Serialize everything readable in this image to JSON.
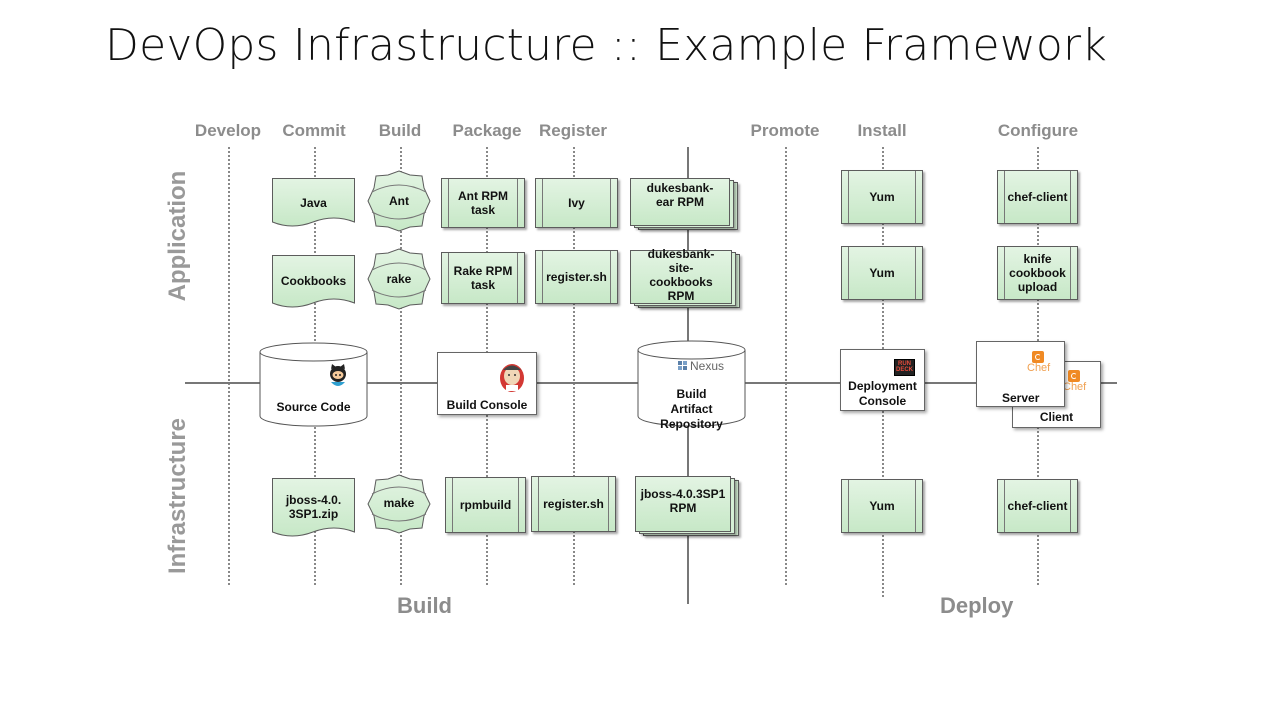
{
  "title": "DevOps Infrastructure :: Example Framework",
  "stages": [
    "Develop",
    "Commit",
    "Build",
    "Package",
    "Register",
    "Promote",
    "Install",
    "Configure"
  ],
  "lanes": {
    "application": "Application",
    "infrastructure": "Infrastructure"
  },
  "phases": {
    "build": "Build",
    "deploy": "Deploy"
  },
  "application_row1": {
    "commit": "Java",
    "build": "Ant",
    "package": "Ant RPM task",
    "register": "Ivy",
    "artifact": "dukesbank-ear RPM",
    "install": "Yum",
    "configure": "chef-client"
  },
  "application_row2": {
    "commit": "Cookbooks",
    "build": "rake",
    "package": "Rake RPM task",
    "register": "register.sh",
    "artifact": "dukesbank-site-cookbooks RPM",
    "install": "Yum",
    "configure": "knife cookbook upload"
  },
  "pipeline": {
    "source_code": "Source Code",
    "build_console": "Build Console",
    "nexus_logo": "Nexus",
    "artifact_repo": "Build Artifact Repository",
    "rundeck_logo": "RUN DECK",
    "deployment_console": "Deployment Console",
    "chef_logo": "Chef",
    "chef_server": "Server",
    "chef_client": "Client"
  },
  "infrastructure_row": {
    "commit": "jboss-4.0.3SP1.zip",
    "build": "make",
    "package": "rpmbuild",
    "register": "register.sh",
    "artifact": "jboss-4.0.3SP1 RPM",
    "install": "Yum",
    "configure": "chef-client"
  },
  "colors": {
    "box_fill_top": "#e3f4e3",
    "box_fill_bottom": "#c7e8c7",
    "label_gray": "#8c8c8c",
    "chef_orange": "#f08a24",
    "rundeck_red": "#c0392b"
  },
  "icons": {
    "source_code": "github-octocat-icon",
    "build_console": "jenkins-butler-icon",
    "repository": "nexus-logo-icon",
    "deployment": "rundeck-logo-icon",
    "configure": "chef-logo-icon"
  }
}
